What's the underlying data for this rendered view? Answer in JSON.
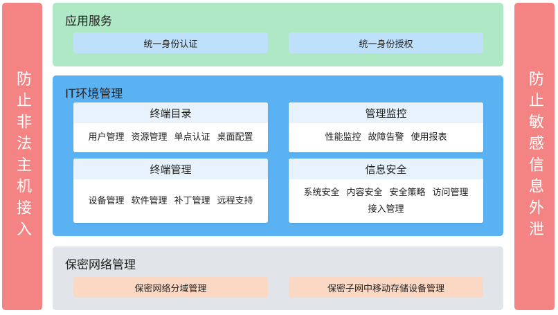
{
  "left_side": {
    "text": "防止非法主机接入"
  },
  "right_side": {
    "text": "防止敏感信息外泄"
  },
  "app_service": {
    "title": "应用服务",
    "items": [
      "统一身份认证",
      "统一身份授权"
    ]
  },
  "it_management": {
    "title": "IT环境管理",
    "cards": [
      {
        "title": "终端目录",
        "items": [
          "用户管理",
          "资源管理",
          "单点认证",
          "桌面配置"
        ]
      },
      {
        "title": "管理监控",
        "items": [
          "性能监控",
          "故障告警",
          "使用报表"
        ]
      },
      {
        "title": "终端管理",
        "items": [
          "设备管理",
          "软件管理",
          "补丁管理",
          "远程支持"
        ]
      },
      {
        "title": "信息安全",
        "items": [
          "系统安全",
          "内容安全",
          "安全策略",
          "访问管理",
          "接入管理"
        ]
      }
    ]
  },
  "secure_network": {
    "title": "保密网络管理",
    "items": [
      "保密网络分域管理",
      "保密子网中移动存储设备管理"
    ]
  },
  "colors": {
    "side": "#f48484",
    "app_panel": "#aee8c4",
    "app_pill": "#bee0fb",
    "it_panel": "#5bb2f3",
    "card_header": "#e7f2fc",
    "network_panel": "#e1e4e8",
    "network_pill": "#fbd8c3"
  }
}
